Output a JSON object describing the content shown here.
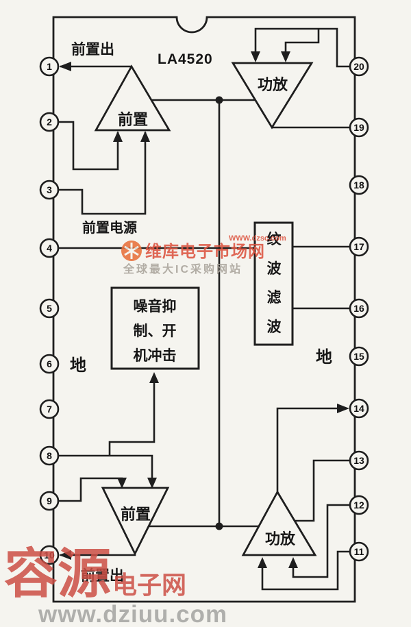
{
  "title": "LA4520",
  "labels": {
    "preamp_out_top": "前置出",
    "preamp_power": "前置电源",
    "ground_left": "地",
    "ground_right": "地",
    "preamp_out_bottom": "前置出"
  },
  "blocks": {
    "preamp_top": "前置",
    "power_amp_top": "功放",
    "preamp_bottom": "前置",
    "power_amp_bottom": "功放",
    "ripple_filter_chars": [
      "纹",
      "波",
      "滤",
      "波"
    ],
    "noise_lines": [
      "噪音抑",
      "制、开",
      "机冲击"
    ]
  },
  "pins": {
    "left": [
      "1",
      "2",
      "3",
      "4",
      "5",
      "6",
      "7",
      "8",
      "9",
      "10"
    ],
    "right": [
      "20",
      "19",
      "18",
      "17",
      "16",
      "15",
      "14",
      "13",
      "12",
      "11"
    ]
  },
  "watermarks": {
    "center_name": "维库电子市场网",
    "center_url": "WWW.dzsc.com",
    "center_slogan": "全球最大IC采购网站",
    "bottom_brand": "容源",
    "bottom_brand_suffix": "电子网",
    "bottom_url": "www.dziuu.com"
  },
  "colors": {
    "line": "#1e1e1e",
    "watermark_orange": "#dd5440",
    "watermark_gray": "#a9a49b",
    "background": "#f5f4ef"
  }
}
